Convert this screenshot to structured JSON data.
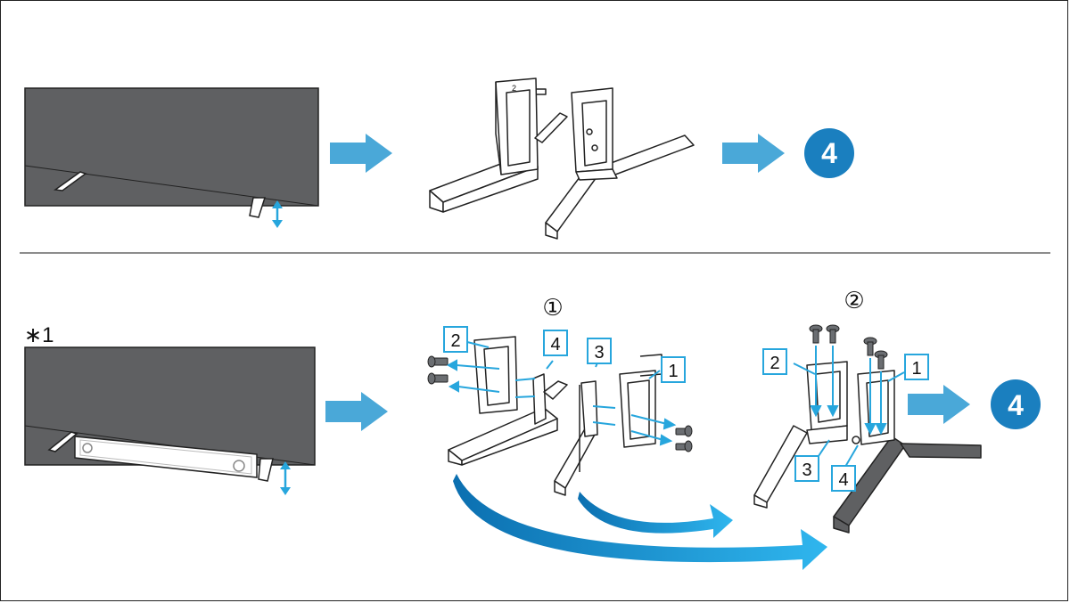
{
  "colors": {
    "accent": "#1a7fbf",
    "arrow": "#4aa8d8",
    "arrow_dark": "#0b6fb0",
    "callout_border": "#27a6dd",
    "tv_panel": "#5f6062",
    "line": "#222222",
    "divider": "#8c8c8c"
  },
  "top_section": {
    "next_step_badge": "4"
  },
  "bottom_section": {
    "footnote_marker": "∗1",
    "step1_marker": "①",
    "step2_marker": "②",
    "step1_callouts": [
      "2",
      "4",
      "3",
      "1"
    ],
    "step2_callouts": [
      "2",
      "1",
      "3",
      "4"
    ],
    "next_step_badge": "4"
  },
  "bracket_marking": "2"
}
